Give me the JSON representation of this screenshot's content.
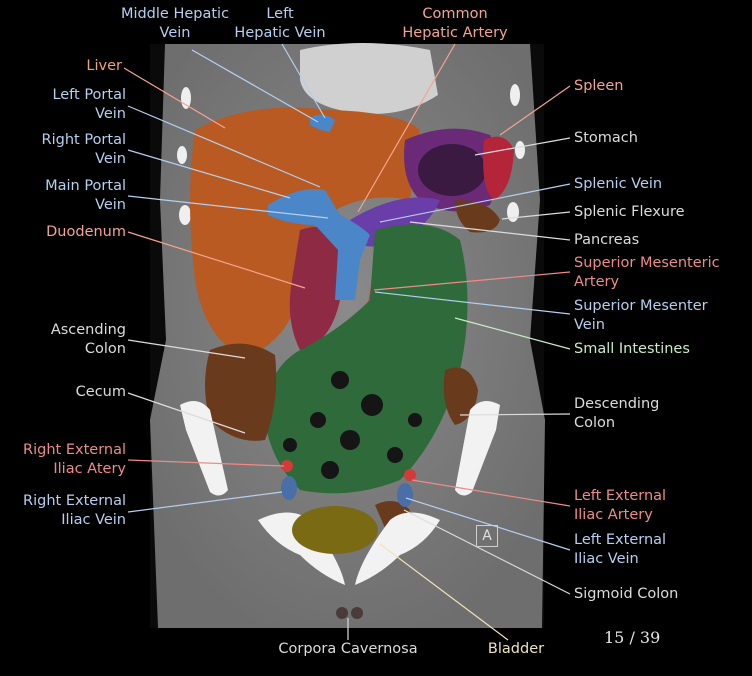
{
  "labels": {
    "middle_hepatic_vein": [
      "Middle Hepatic",
      "Vein"
    ],
    "left_hepatic_vein": [
      "Left",
      "Hepatic Vein"
    ],
    "common_hepatic_artery": [
      "Common",
      "Hepatic Artery"
    ],
    "liver": "Liver",
    "left_portal_vein": [
      "Left Portal",
      "Vein"
    ],
    "right_portal_vein": [
      "Right Portal",
      "Vein"
    ],
    "main_portal_vein": [
      "Main Portal",
      "Vein"
    ],
    "duodenum": "Duodenum",
    "ascending_colon": [
      "Ascending",
      "Colon"
    ],
    "cecum": "Cecum",
    "right_external_iliac_artery": [
      "Right External",
      "Iliac Atery"
    ],
    "right_external_iliac_vein": [
      "Right External",
      "Iliac Vein"
    ],
    "spleen": "Spleen",
    "stomach": "Stomach",
    "splenic_vein": "Splenic Vein",
    "splenic_flexure": "Splenic Flexure",
    "pancreas": "Pancreas",
    "superior_mesenteric_artery": [
      "Superior Mesenteric",
      "Artery"
    ],
    "superior_mesenteric_vein": [
      "Superior Mesenter",
      "Vein"
    ],
    "small_intestines": "Small Intestines",
    "descending_colon": [
      "Descending",
      "Colon"
    ],
    "left_external_iliac_artery": [
      "Left External",
      "Iliac Artery"
    ],
    "left_external_iliac_vein": [
      "Left External",
      "Iliac Vein"
    ],
    "sigmoid_colon": "Sigmoid Colon",
    "corpora_cavernosa": "Corpora Cavernosa",
    "bladder": "Bladder"
  },
  "orientation_marker": "A",
  "slide_counter": "15 / 39",
  "colors": {
    "liver": "#b85a22",
    "portal_vein": "#4a86c8",
    "stomach": "#6a2a78",
    "spleen": "#b5253a",
    "pancreas": "#6a3ea8",
    "duodenum": "#8e2a44",
    "small_intestines": "#2e6a3a",
    "colon": "#6a3a1c",
    "bladder": "#7a6a14"
  }
}
